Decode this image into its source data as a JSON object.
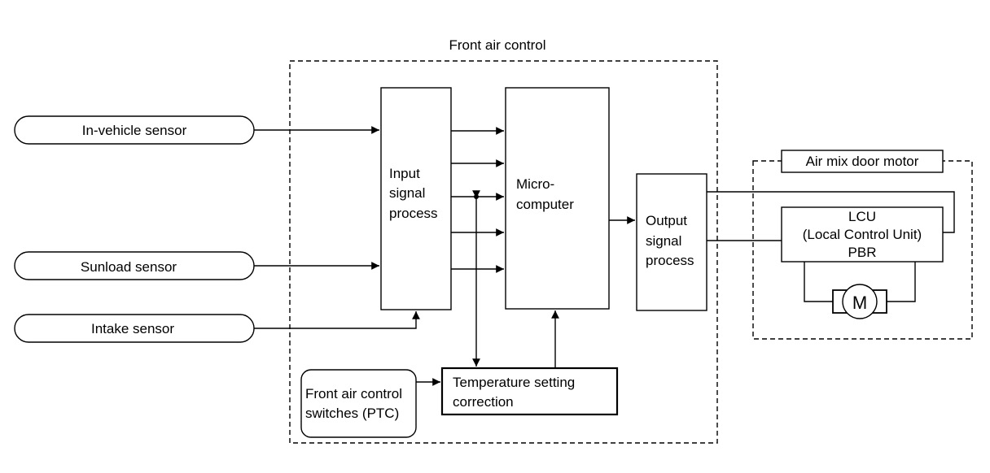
{
  "diagram": {
    "front_group_title": "Front air control",
    "sensors": {
      "in_vehicle": "In-vehicle sensor",
      "sunload": "Sunload sensor",
      "intake": "Intake sensor"
    },
    "input_block": {
      "line1": "Input",
      "line2": "signal",
      "line3": "process"
    },
    "micro_block": {
      "line1": "Micro-",
      "line2": "computer"
    },
    "output_block": {
      "line1": "Output",
      "line2": "signal",
      "line3": "process"
    },
    "switches": {
      "line1": "Front air control",
      "line2": "switches (PTC)"
    },
    "temp_block": {
      "line1": "Temperature setting",
      "line2": "correction"
    },
    "motor_group_title": "Air mix door motor",
    "lcu": {
      "line1": "LCU",
      "line2": "(Local Control Unit)",
      "line3": "PBR"
    },
    "motor_symbol": "M"
  }
}
